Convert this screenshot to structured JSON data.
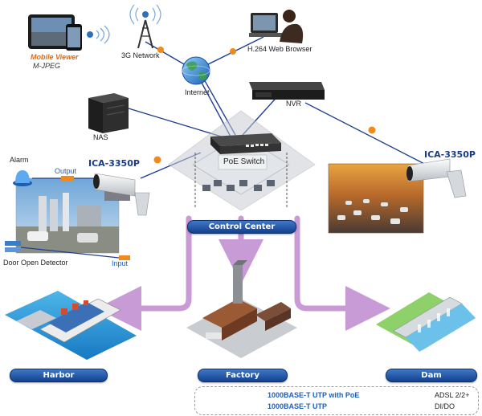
{
  "colors": {
    "utp": "#1f3f8f",
    "poe_dot": "#f08a1c",
    "adsl": "#2e8b2e",
    "dido": "#555555",
    "flow_arrow": "#c89ad6",
    "badge": "#1b4f9c"
  },
  "nodes": {
    "mobile_viewer": "Mobile Viewer",
    "mjpeg": "M-JPEG",
    "network_3g": "3G Network",
    "web_browser": "H.264 Web Browser",
    "internet": "Internet",
    "nvr": "NVR",
    "nas": "NAS",
    "poe_switch": "PoE Switch",
    "camera_left": "ICA-3350P",
    "camera_right": "ICA-3350P",
    "alarm": "Alarm",
    "output": "Output",
    "input": "Input",
    "door_detector": "Door Open Detector"
  },
  "badges": {
    "control_center": "Control Center",
    "harbor": "Harbor",
    "factory": "Factory",
    "dam": "Dam"
  },
  "legend": {
    "poe_utp": "1000BASE-T UTP with PoE",
    "utp": "1000BASE-T UTP",
    "adsl": "ADSL 2/2+",
    "dido": "DI/DO"
  }
}
